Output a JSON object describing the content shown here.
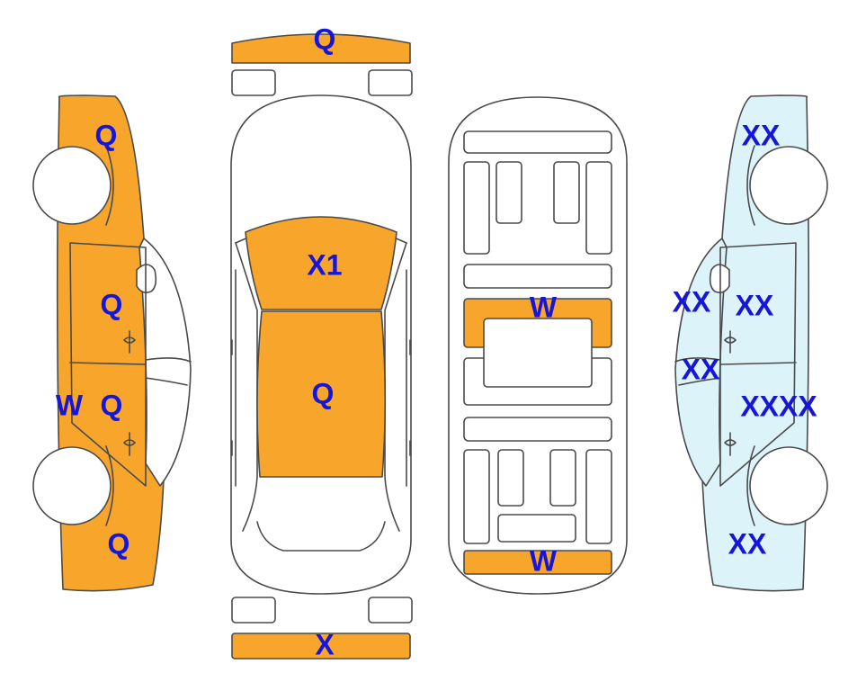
{
  "colors": {
    "damaged": "#f8a52c",
    "light": "#ddf3fa",
    "plain": "#ffffff",
    "outline": "#4a4a4a",
    "label": "#1616d9"
  },
  "labels": {
    "front_bumper": "Q",
    "rear_bumper": "X",
    "windshield": "X1",
    "roof": "Q",
    "left_front_fender": "Q",
    "left_front_door": "Q",
    "left_rear_door": "Q",
    "left_rocker": "W",
    "left_rear_quarter": "Q",
    "floor_crossmember": "W",
    "floor_rear_panel": "W",
    "right_front_fender": "XX",
    "right_pillar_a": "XX",
    "right_front_door": "XX",
    "right_pillar_b": "XX",
    "right_rear_door": "XXXX",
    "right_rear_quarter": "XX"
  }
}
